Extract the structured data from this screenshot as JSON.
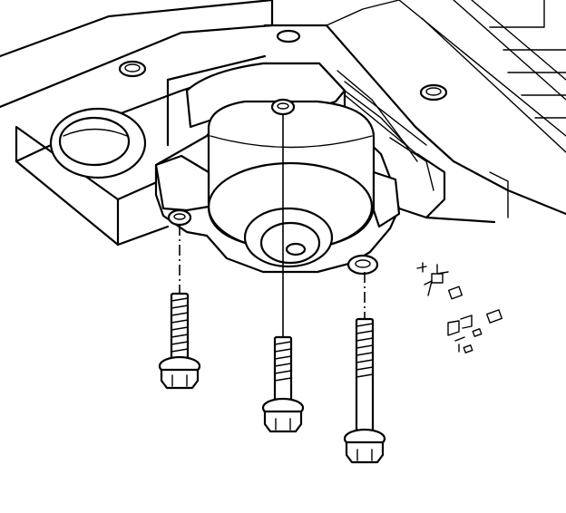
{
  "diagram": {
    "style": "line-art",
    "stroke_color": "#000000",
    "background_color": "#ffffff",
    "components": {
      "housing": "transmission-case",
      "actuator": "motor-assembly",
      "bolt_count": 3
    }
  }
}
